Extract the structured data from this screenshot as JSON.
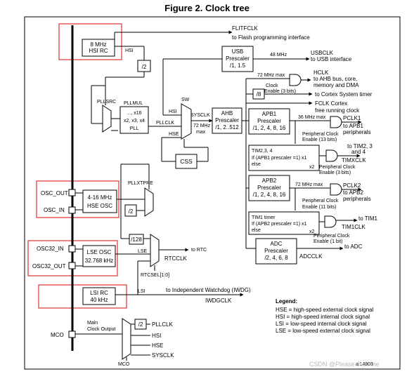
{
  "title": "Figure 2. Clock tree",
  "flitf": [
    "FLITFCLK",
    "to Flash programming interface"
  ],
  "hsi_rc": [
    "8 MHz",
    "HSI RC"
  ],
  "hsi_label": "HSI",
  "div2": "/2",
  "usb_prescaler": [
    "USB",
    "Prescaler",
    "/1, 1.5"
  ],
  "usb_freq": "48 MHz",
  "usbclk": [
    "USBCLK",
    "to USB interface"
  ],
  "hclk_max": "72 MHz max",
  "hclk_label": [
    "HCLK",
    "to AHB bus, core,",
    "memory and DMA"
  ],
  "clock_enable": [
    "Clock",
    "Enable (3 bits)"
  ],
  "div8": "/8",
  "cortex_timer": "to Cortex System timer",
  "fclk": [
    "FCLK Cortex",
    "free running clock"
  ],
  "pllsrc": "PLLSRC",
  "pllmul": "PLLMUL",
  "pll_block": [
    "..., x16",
    "x2, x3, x4",
    "PLL"
  ],
  "sw": "SW",
  "sysclk_label": "SYSCLK",
  "sysclk_freq": [
    "72 MHz",
    "max"
  ],
  "pllclk": "PLLCLK",
  "hse_label": "HSE",
  "ahb_prescaler": [
    "AHB",
    "Prescaler",
    "/1, 2..512"
  ],
  "apb1_prescaler": [
    "APB1",
    "Prescaler",
    "/1, 2, 4, 8, 16"
  ],
  "apb1_freq": "36 MHz max",
  "pclk1": [
    "PCLK1",
    "to APB1",
    "peripherals"
  ],
  "periph_enable_13": [
    "Peripheral Clock",
    "Enable (13 bits)"
  ],
  "tim234_block": [
    "TIM2,3, 4",
    "If (APB1 prescaler =1) x1",
    "else",
    "x2"
  ],
  "tim234_out": [
    "to TIM2, 3",
    "and 4",
    "TIMXCLK"
  ],
  "periph_enable_3": [
    "Peripheral Clock",
    "Enable (3 bits)"
  ],
  "css": "CSS",
  "pllxtpre": "PLLXTPRE",
  "osc_out": "OSC_OUT",
  "osc_in": "OSC_IN",
  "hse_osc": [
    "4-16 MHz",
    "HSE OSC"
  ],
  "apb2_prescaler": [
    "APB2",
    "Prescaler",
    "/1, 2, 4, 8, 16"
  ],
  "apb2_freq": "72 MHz max",
  "pclk2": [
    "PCLK2",
    "to APB2",
    "peripherals"
  ],
  "periph_enable_11": [
    "Peripheral Clock",
    "Enable (11 bits)"
  ],
  "tim1_block": [
    "TIM1 timer",
    "If (APB2 prescaler =1) x1",
    "else",
    "x2"
  ],
  "tim1_out": [
    "to TIM1",
    "TIM1CLK"
  ],
  "periph_enable_1": [
    "Peripheral Clock",
    "Enable (1 bit)"
  ],
  "div128": "/128",
  "osc32_in": "OSC32_IN",
  "osc32_out": "OSC32_OUT",
  "lse_osc": [
    "LSE OSC",
    "32.768 kHz"
  ],
  "lse_label": "LSE",
  "rtc": [
    "to RTC",
    "RTCCLK",
    "RTCSEL[1:0]"
  ],
  "adc_prescaler": [
    "ADC",
    "Prescaler",
    "/2, 4, 6, 8"
  ],
  "adcclk": [
    "to ADC",
    "ADCCLK"
  ],
  "lsi_rc": [
    "LSI RC",
    "40 kHz"
  ],
  "lsi_label": "LSI",
  "iwdg": [
    "to Independent Watchdog (IWDG)",
    "IWDGCLK"
  ],
  "legend": [
    "Legend:",
    "HSE = high-speed external clock signal",
    "HSI = high-speed internal clock signal",
    "LSI = low-speed internal clock signal",
    "LSE = low-speed external clock signal"
  ],
  "mco": [
    "MCO",
    "Main",
    "Clock Output",
    "MCO"
  ],
  "mco_inputs": [
    "PLLCLK",
    "HSI",
    "HSE",
    "SYSCLK"
  ],
  "figure_id": "ai14903",
  "watermark": "CSDN @Please trust me",
  "colors": {
    "highlight": "#e03030",
    "line": "#000000"
  }
}
